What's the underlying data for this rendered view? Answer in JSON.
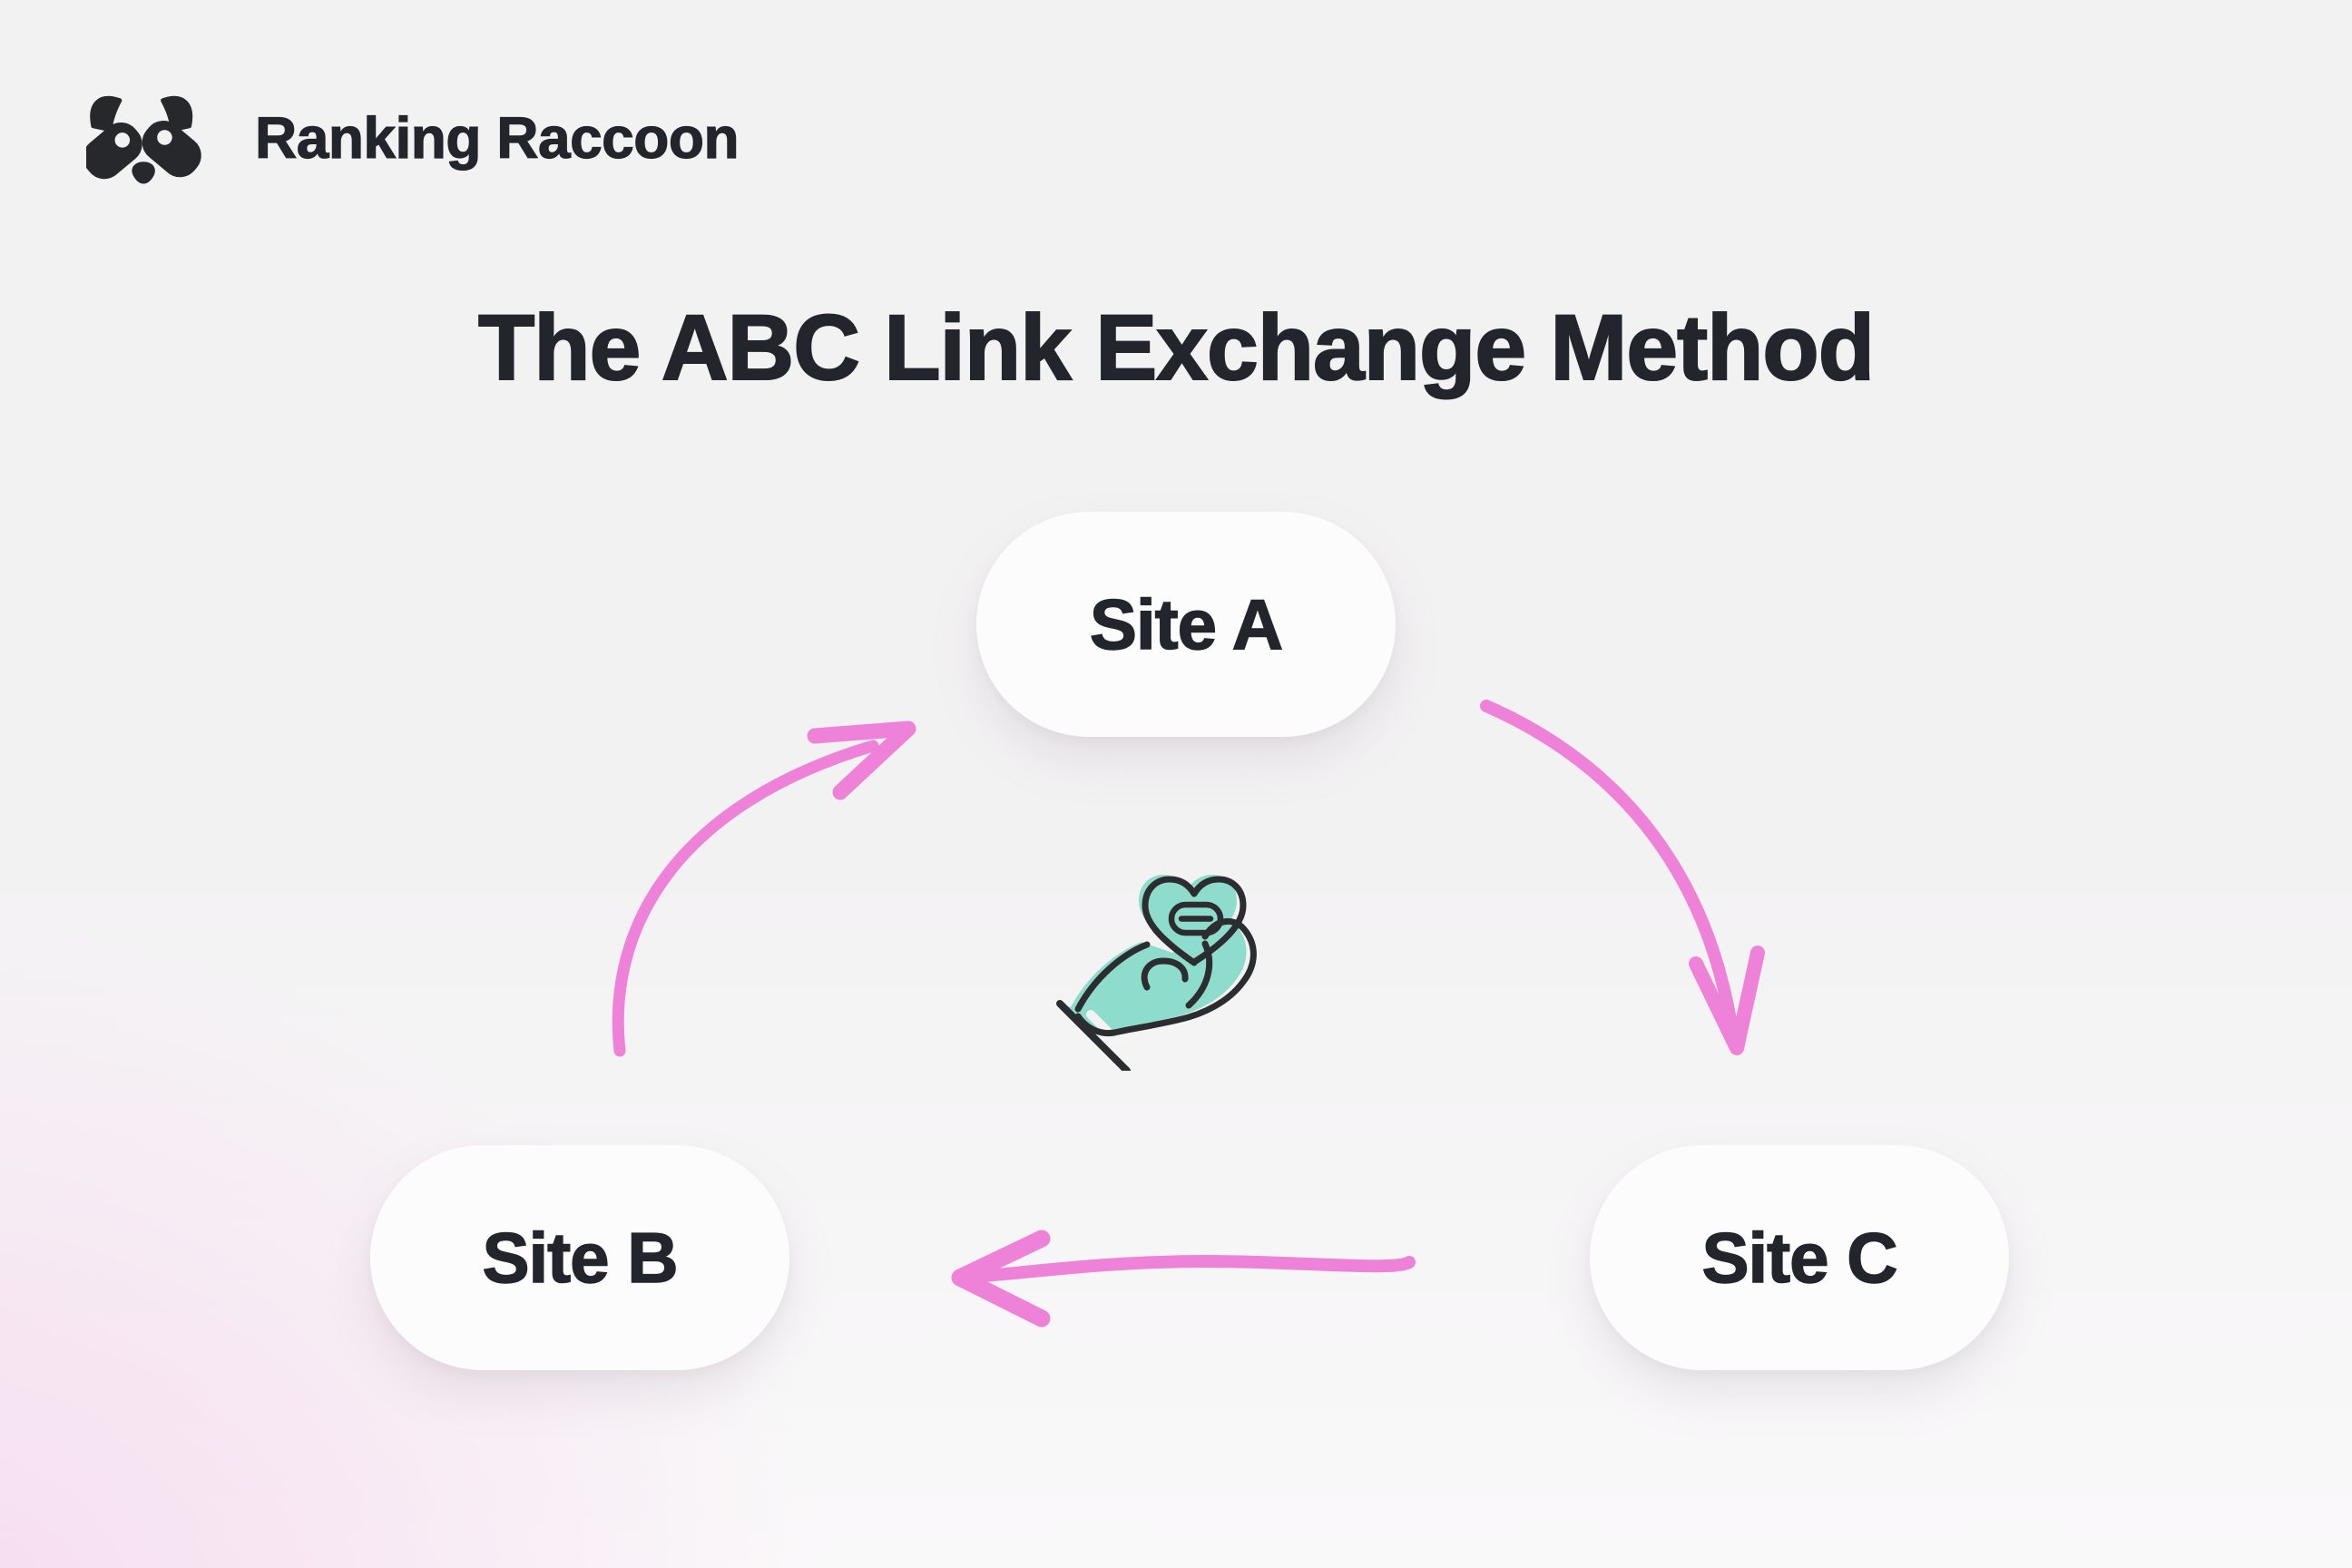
{
  "brand": {
    "name": "Ranking Raccoon",
    "logo_icon": "raccoon-face-icon"
  },
  "title": "The ABC Link Exchange Method",
  "diagram": {
    "nodes": [
      {
        "id": "site-a",
        "label": "Site A"
      },
      {
        "id": "site-b",
        "label": "Site B"
      },
      {
        "id": "site-c",
        "label": "Site C"
      }
    ],
    "arrows": [
      {
        "from": "Site B",
        "to": "Site A",
        "shape": "curved-up-right"
      },
      {
        "from": "Site A",
        "to": "Site C",
        "shape": "curved-down-right"
      },
      {
        "from": "Site C",
        "to": "Site B",
        "shape": "straight-left"
      }
    ],
    "center_icon": "hand-holding-heart-with-link-icon"
  },
  "colors": {
    "background": "#f3f2f2",
    "background_pink": "#f6dcef",
    "arrow_pink": "#ee82d8",
    "icon_teal": "#8edccb",
    "icon_outline": "#2c2d30",
    "logo_dark": "#26282c",
    "text_dark": "#22252c",
    "node_bg": "#fcfcfd"
  }
}
